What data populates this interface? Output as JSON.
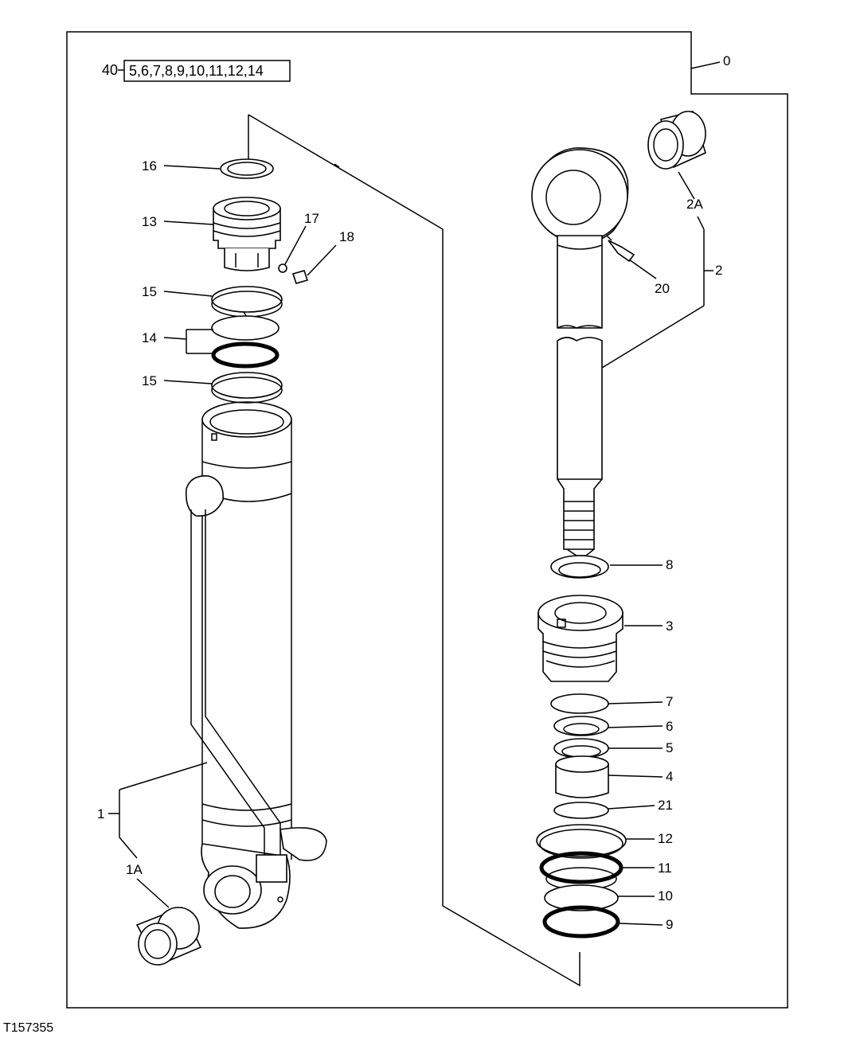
{
  "figure_id": "T157355",
  "kit_ref": {
    "prefix": "40",
    "items": "5,6,7,8,9,10,11,12,14"
  },
  "callouts": {
    "c0": "0",
    "c1": "1",
    "c1a": "1A",
    "c2": "2",
    "c2a": "2A",
    "c3": "3",
    "c4": "4",
    "c5": "5",
    "c6": "6",
    "c7": "7",
    "c8": "8",
    "c9": "9",
    "c10": "10",
    "c11": "11",
    "c12": "12",
    "c13": "13",
    "c14": "14",
    "c15a": "15",
    "c15b": "15",
    "c16": "16",
    "c17": "17",
    "c18": "18",
    "c20": "20",
    "c21": "21"
  }
}
